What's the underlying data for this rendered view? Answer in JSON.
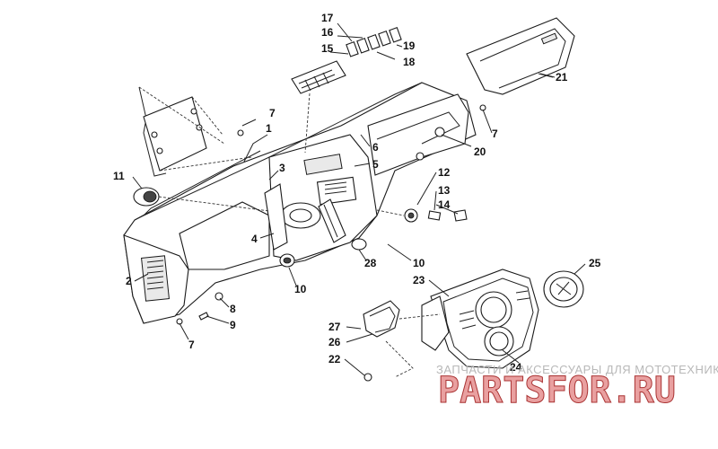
{
  "callouts": [
    {
      "id": "c1",
      "text": "1"
    },
    {
      "id": "c2",
      "text": "2"
    },
    {
      "id": "c3",
      "text": "3"
    },
    {
      "id": "c4",
      "text": "4"
    },
    {
      "id": "c5",
      "text": "5"
    },
    {
      "id": "c6",
      "text": "6"
    },
    {
      "id": "c7a",
      "text": "7"
    },
    {
      "id": "c7b",
      "text": "7"
    },
    {
      "id": "c7c",
      "text": "7"
    },
    {
      "id": "c8",
      "text": "8"
    },
    {
      "id": "c9",
      "text": "9"
    },
    {
      "id": "c10a",
      "text": "10"
    },
    {
      "id": "c10b",
      "text": "10"
    },
    {
      "id": "c11",
      "text": "11"
    },
    {
      "id": "c12",
      "text": "12"
    },
    {
      "id": "c13",
      "text": "13"
    },
    {
      "id": "c14",
      "text": "14"
    },
    {
      "id": "c15",
      "text": "15"
    },
    {
      "id": "c16",
      "text": "16"
    },
    {
      "id": "c17",
      "text": "17"
    },
    {
      "id": "c18",
      "text": "18"
    },
    {
      "id": "c19",
      "text": "19"
    },
    {
      "id": "c20",
      "text": "20"
    },
    {
      "id": "c21",
      "text": "21"
    },
    {
      "id": "c22",
      "text": "22"
    },
    {
      "id": "c23",
      "text": "23"
    },
    {
      "id": "c24",
      "text": "24"
    },
    {
      "id": "c25",
      "text": "25"
    },
    {
      "id": "c26",
      "text": "26"
    },
    {
      "id": "c27",
      "text": "27"
    },
    {
      "id": "c28",
      "text": "28"
    }
  ],
  "watermark": {
    "tagline": "ЗАПЧАСТИ И АКСЕССУАРЫ ДЛЯ МОТОТЕХНИКИ",
    "brand": "PARTSFOR.RU"
  },
  "colors": {
    "line": "#222222",
    "watermark_brand": "#e9a0a0",
    "watermark_text": "#b8b8b8"
  }
}
